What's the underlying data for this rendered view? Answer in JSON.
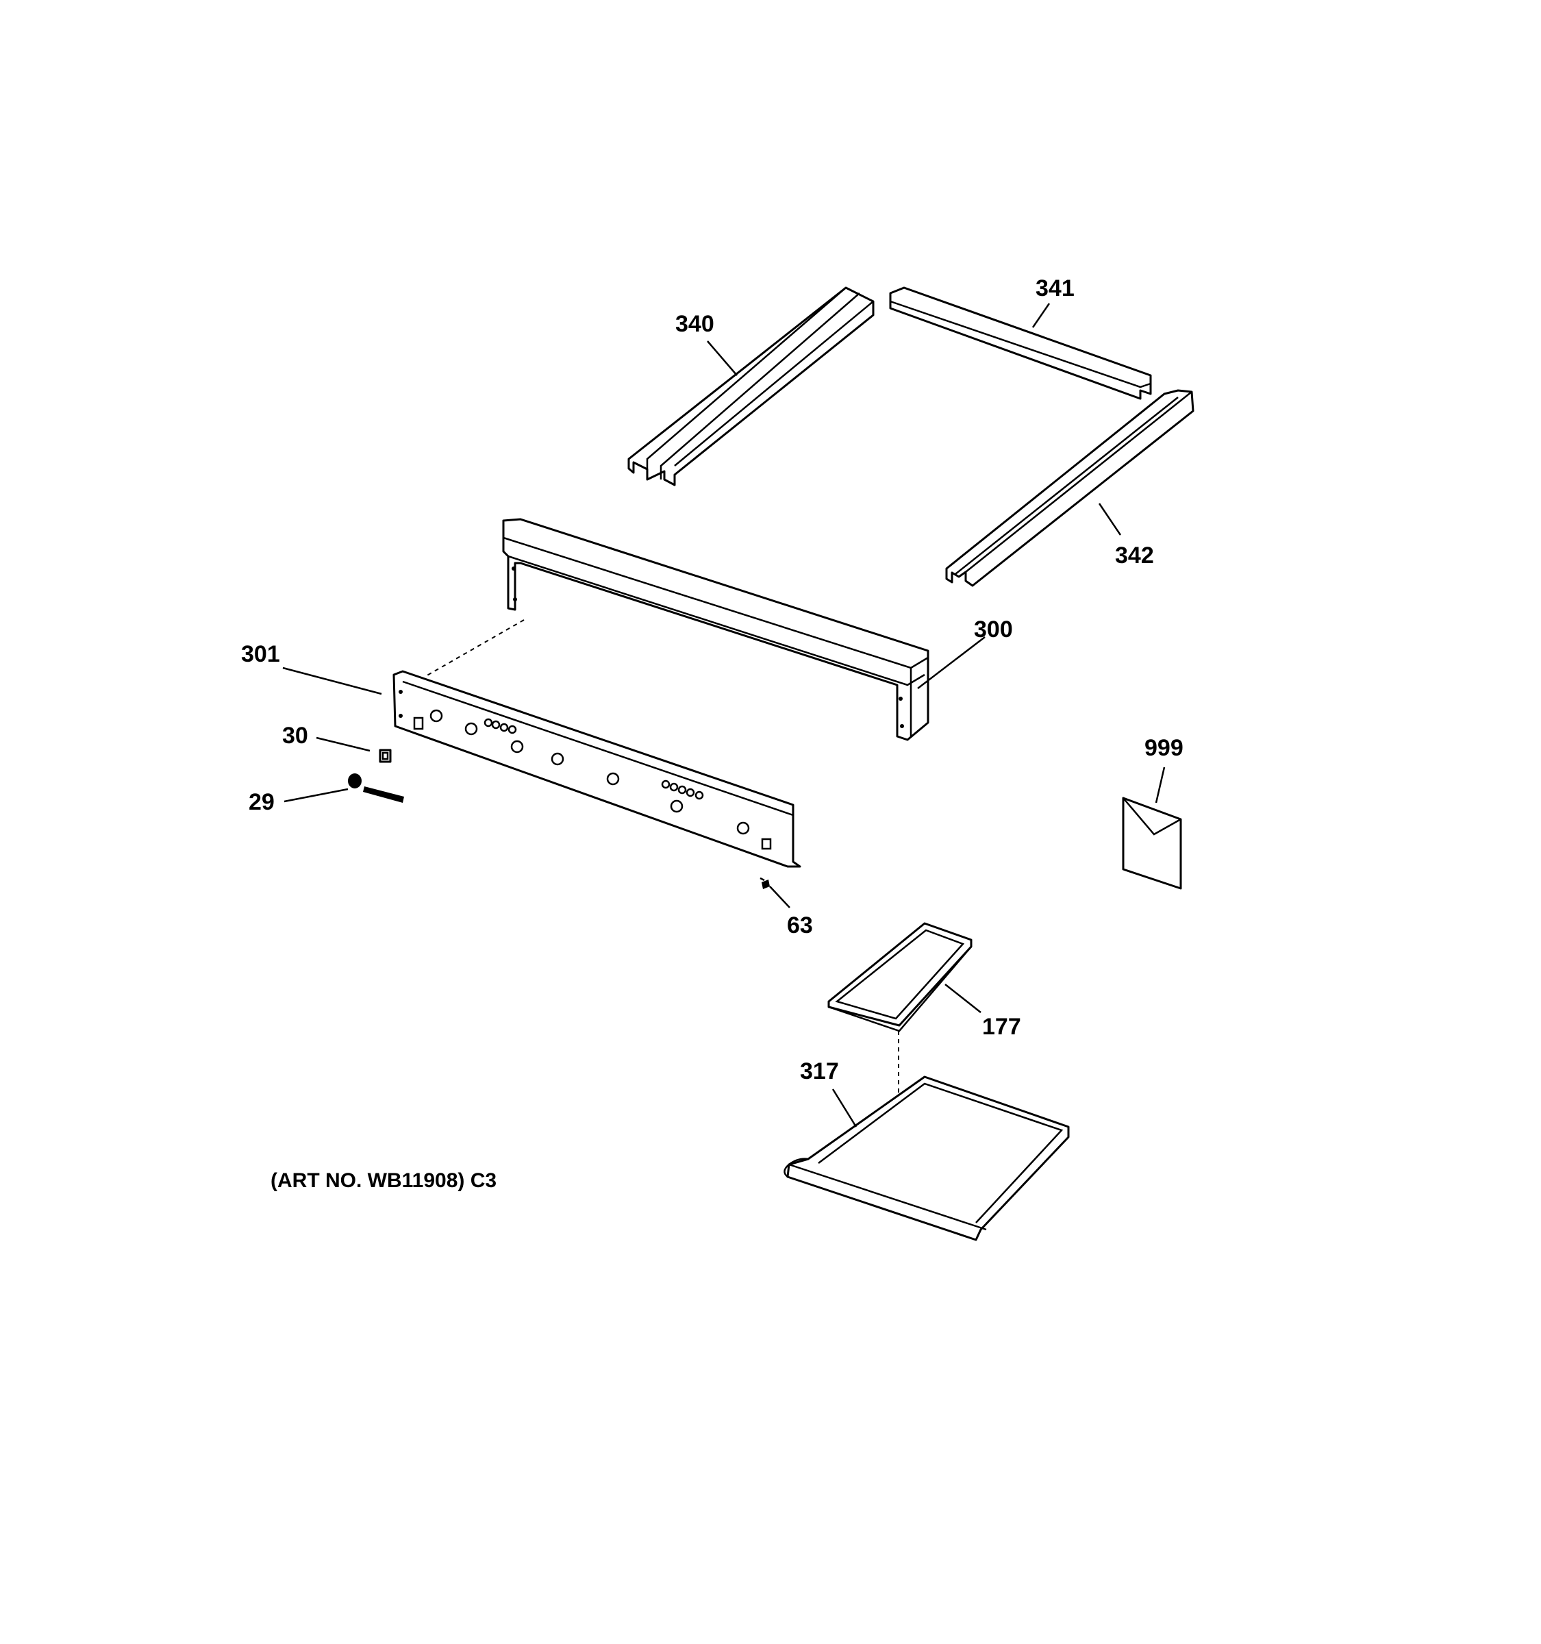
{
  "labels": {
    "p340": "340",
    "p341": "341",
    "p342": "342",
    "p300": "300",
    "p301": "301",
    "p30": "30",
    "p29": "29",
    "p63": "63",
    "p999": "999",
    "p177": "177",
    "p317": "317"
  },
  "art_number": "(ART NO. WB11908) C3"
}
